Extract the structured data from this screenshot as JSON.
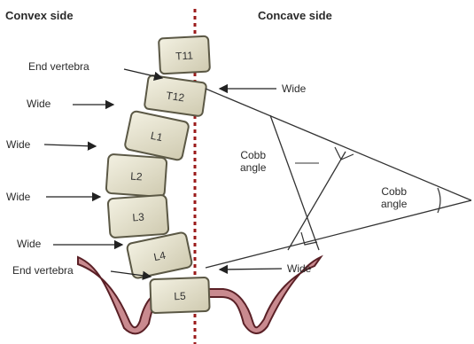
{
  "headers": {
    "convex": "Convex side",
    "concave": "Concave side"
  },
  "vertebrae": [
    "T11",
    "T12",
    "L1",
    "L2",
    "L3",
    "L4",
    "L5"
  ],
  "labels": {
    "end_vertebra_top": "End vertebra",
    "end_vertebra_bottom": "End vertebra",
    "wide": "Wide",
    "cobb_angle_line1": "Cobb",
    "cobb_angle_line2": "angle"
  },
  "colors": {
    "vertebra_fill": "#e7e3cf",
    "vertebra_stroke": "#5b5845",
    "midline": "#9b1b1b",
    "pelvis_fill": "#c98a8f",
    "pelvis_stroke": "#5a2026",
    "line": "#333333"
  }
}
